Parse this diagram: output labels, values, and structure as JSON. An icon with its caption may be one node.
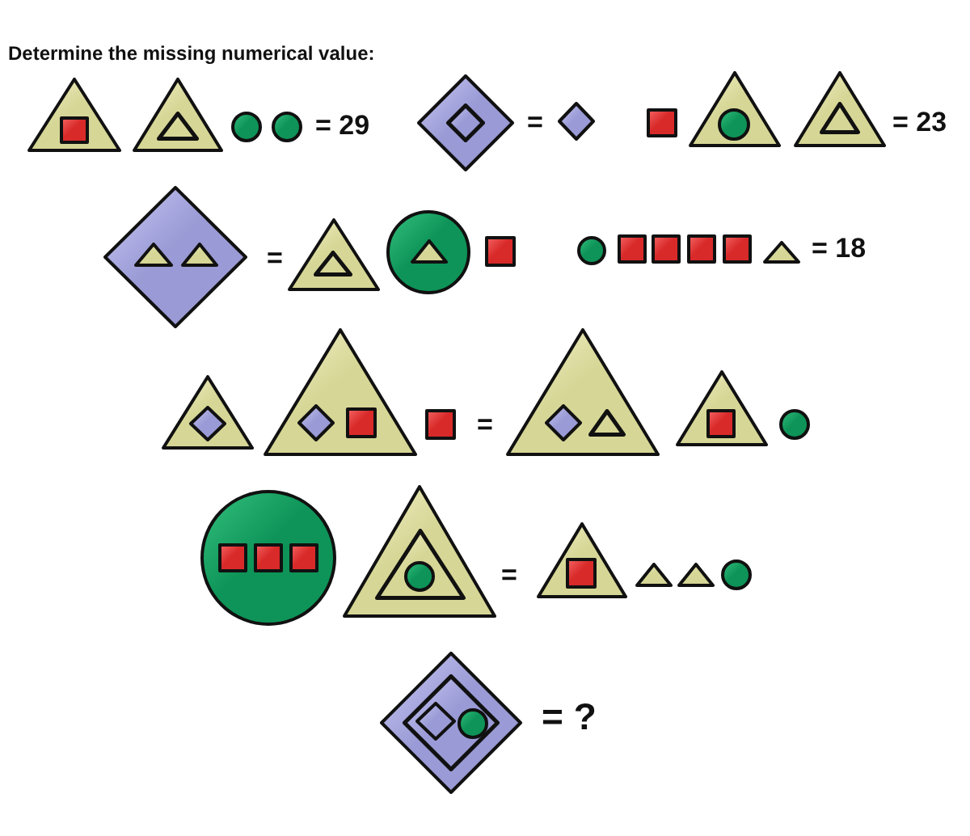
{
  "diagram": {
    "title": "Determine the missing numerical value:",
    "nodes": [
      {
        "text": [],
        "shape": "triangle"
      },
      {
        "text": [],
        "shape": "square",
        "in": 0
      },
      {
        "text": [],
        "shape": "triangle"
      },
      {
        "text": [],
        "shape": "triangle",
        "in": 2
      },
      {
        "text": [],
        "shape": "circle"
      },
      {
        "text": [],
        "shape": "circle"
      },
      {
        "text": [],
        "shape": "diamond"
      },
      {
        "text": [],
        "shape": "diamond",
        "in": 6
      },
      {
        "text": [],
        "shape": "diamond"
      },
      {
        "text": [],
        "shape": "square"
      },
      {
        "text": [],
        "shape": "triangle"
      },
      {
        "text": [],
        "shape": "circle",
        "in": 10
      },
      {
        "text": [],
        "shape": "triangle"
      },
      {
        "text": [],
        "shape": "triangle",
        "in": 12
      },
      {
        "text": [],
        "shape": "diamond"
      },
      {
        "text": [],
        "shape": "triangle",
        "in": 14
      },
      {
        "text": [],
        "shape": "triangle",
        "in": 14
      },
      {
        "text": [],
        "shape": "triangle"
      },
      {
        "text": [],
        "shape": "triangle",
        "in": 17
      },
      {
        "text": [],
        "shape": "circle"
      },
      {
        "text": [],
        "shape": "triangle",
        "in": 19
      },
      {
        "text": [],
        "shape": "square"
      },
      {
        "text": [],
        "shape": "circle"
      },
      {
        "text": [],
        "shape": "square"
      },
      {
        "text": [],
        "shape": "square"
      },
      {
        "text": [],
        "shape": "square"
      },
      {
        "text": [],
        "shape": "square"
      },
      {
        "text": [],
        "shape": "triangle"
      },
      {
        "text": [],
        "shape": "triangle"
      },
      {
        "text": [],
        "shape": "diamond",
        "in": 28
      },
      {
        "text": [],
        "shape": "triangle"
      },
      {
        "text": [],
        "shape": "diamond",
        "in": 30
      },
      {
        "text": [],
        "shape": "square",
        "in": 30
      },
      {
        "text": [],
        "shape": "square"
      },
      {
        "text": [],
        "shape": "triangle"
      },
      {
        "text": [],
        "shape": "diamond",
        "in": 34
      },
      {
        "text": [],
        "shape": "triangle",
        "in": 34
      },
      {
        "text": [],
        "shape": "triangle"
      },
      {
        "text": [],
        "shape": "square",
        "in": 37
      },
      {
        "text": [],
        "shape": "circle"
      },
      {
        "text": [],
        "shape": "circle"
      },
      {
        "text": [],
        "shape": "square",
        "in": 40
      },
      {
        "text": [],
        "shape": "square",
        "in": 40
      },
      {
        "text": [],
        "shape": "square",
        "in": 40
      },
      {
        "text": [],
        "shape": "triangle"
      },
      {
        "text": [],
        "shape": "triangle",
        "in": 44
      },
      {
        "text": [],
        "shape": "circle",
        "in": 45
      },
      {
        "text": [],
        "shape": "triangle"
      },
      {
        "text": [],
        "shape": "square",
        "in": 47
      },
      {
        "text": [],
        "shape": "triangle"
      },
      {
        "text": [],
        "shape": "triangle"
      },
      {
        "text": [],
        "shape": "circle"
      },
      {
        "text": [],
        "shape": "diamond"
      },
      {
        "text": [],
        "shape": "diamond",
        "in": 52
      },
      {
        "text": [],
        "shape": "diamond",
        "in": 53
      },
      {
        "text": [],
        "shape": "circle",
        "in": 53
      }
    ],
    "labels": [
      "= 29",
      "=",
      "= 23",
      "=",
      "= 18",
      "=",
      "=",
      "= ?"
    ]
  }
}
